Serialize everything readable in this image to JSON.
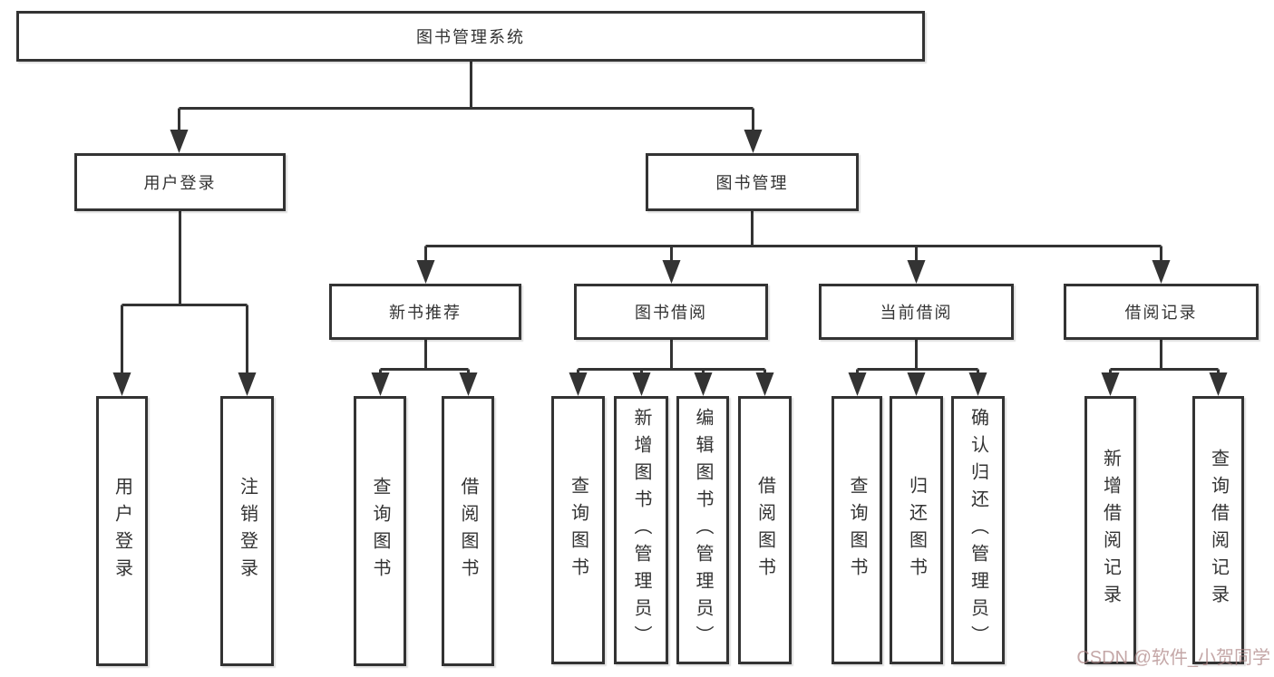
{
  "diagram": {
    "root": "图书管理系统",
    "level2": {
      "user_login": "用户登录",
      "book_mgmt": "图书管理"
    },
    "categories": {
      "new_book": "新书推荐",
      "book_borrow": "图书借阅",
      "current_borrow": "当前借阅",
      "borrow_records": "借阅记录"
    },
    "leaves": {
      "ul_login": "用户登录",
      "ul_logout": "注销登录",
      "nb_query": "查询图书",
      "nb_borrow": "借阅图书",
      "bb_query": "查询图书",
      "bb_add": "新增图书（管理员）",
      "bb_edit": "编辑图书（管理员）",
      "bb_borrow": "借阅图书",
      "cb_query": "查询图书",
      "cb_return": "归还图书",
      "cb_confirm": "确认归还（管理员）",
      "br_add": "新增借阅记录",
      "br_query": "查询借阅记录"
    },
    "hierarchy": [
      {
        "parent": "图书管理系统",
        "children": [
          "用户登录",
          "图书管理"
        ]
      },
      {
        "parent": "用户登录",
        "children": [
          "用户登录",
          "注销登录"
        ]
      },
      {
        "parent": "图书管理",
        "children": [
          "新书推荐",
          "图书借阅",
          "当前借阅",
          "借阅记录"
        ]
      },
      {
        "parent": "新书推荐",
        "children": [
          "查询图书",
          "借阅图书"
        ]
      },
      {
        "parent": "图书借阅",
        "children": [
          "查询图书",
          "新增图书（管理员）",
          "编辑图书（管理员）",
          "借阅图书"
        ]
      },
      {
        "parent": "当前借阅",
        "children": [
          "查询图书",
          "归还图书",
          "确认归还（管理员）"
        ]
      },
      {
        "parent": "借阅记录",
        "children": [
          "新增借阅记录",
          "查询借阅记录"
        ]
      }
    ],
    "colors": {
      "line": "#333333",
      "text": "#333333",
      "background": "#ffffff",
      "watermark": "#ad8585"
    },
    "watermark": "CSDN @软件_小贺同学"
  }
}
